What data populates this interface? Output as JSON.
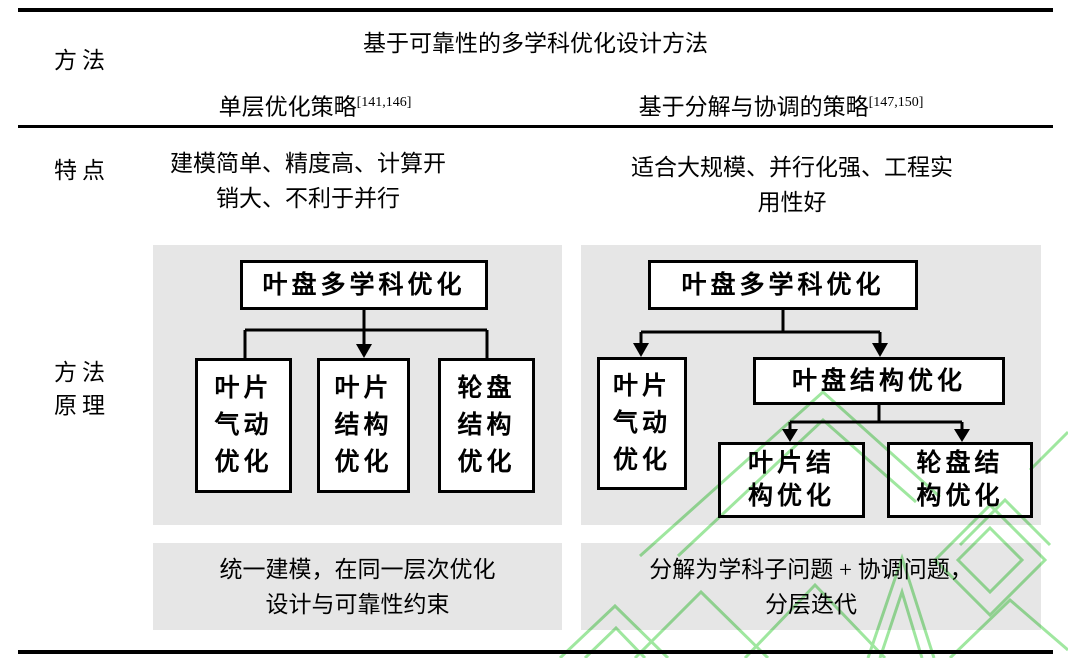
{
  "title": "基于可靠性的多学科优化设计方法",
  "rows": {
    "method_label": "方法",
    "features_label": "特点",
    "principle_label": "方法\n原理"
  },
  "columns": {
    "col1": {
      "name": "单层优化策略",
      "ref": "[141,146]"
    },
    "col2": {
      "name": "基于分解与协调的策略",
      "ref": "[147,150]"
    }
  },
  "features": {
    "col1_line1": "建模简单、精度高、计算开",
    "col1_line2": "销大、不利于并行",
    "col2_line1": "适合大规模、并行化强、工程实",
    "col2_line2": "用性好"
  },
  "diagram_left": {
    "root": "叶盘多学科优化",
    "child1": "叶片\n气动\n优化",
    "child2": "叶片\n结构\n优化",
    "child3": "轮盘\n结构\n优化"
  },
  "diagram_right": {
    "root": "叶盘多学科优化",
    "child1": "叶片\n气动\n优化",
    "child2": "叶盘结构优化",
    "grandchild1": "叶片结\n构优化",
    "grandchild2": "轮盘结\n构优化"
  },
  "summary": {
    "col1_line1": "统一建模，在同一层次优化",
    "col1_line2": "设计与可靠性约束",
    "col2_line1": "分解为学科子问题 + 协调问题，",
    "col2_line2": "分层迭代"
  },
  "colors": {
    "panel_bg": "#e6e6e6",
    "watermark_green": "#8fe38f",
    "ink": "#000000"
  }
}
